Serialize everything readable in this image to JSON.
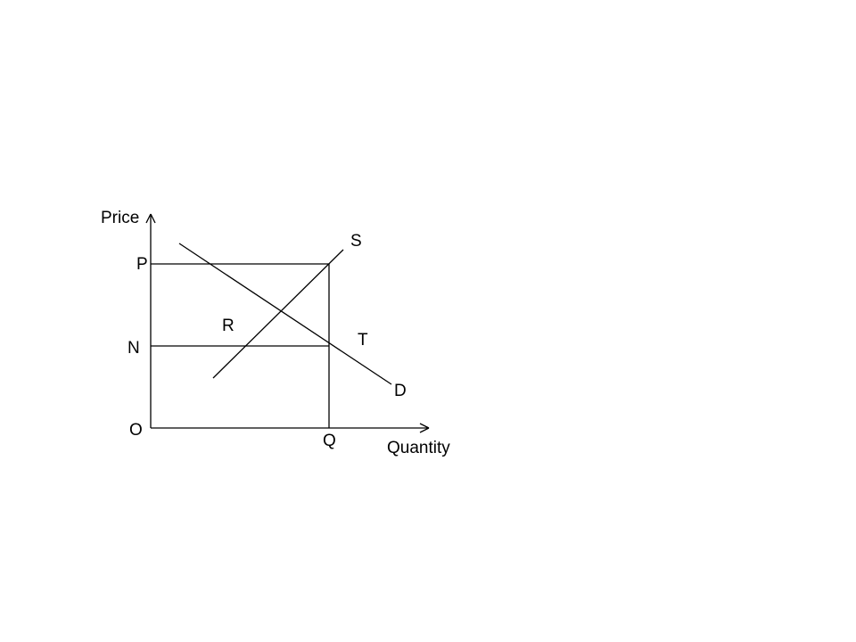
{
  "axes": {
    "y_label": "Price",
    "x_label": "Quantity",
    "origin_label": "O"
  },
  "price_levels": {
    "upper": "P",
    "lower": "N"
  },
  "quantity_level": "Q",
  "curves": {
    "supply": "S",
    "demand": "D"
  },
  "regions": {
    "left": "R",
    "right": "T"
  },
  "colors": {
    "background": "#ffffff",
    "ink": "#000000"
  }
}
